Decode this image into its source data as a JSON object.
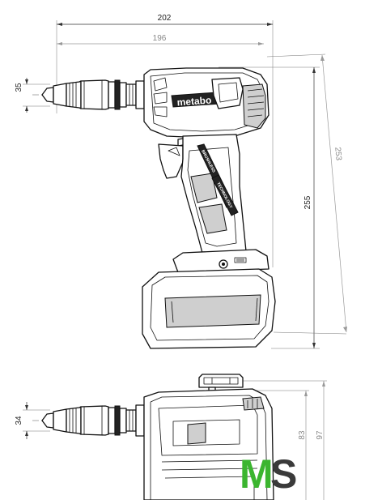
{
  "dimensions": {
    "overall_length": "202",
    "body_length": "196",
    "chuck_height_side": "35",
    "total_height": "255",
    "diagonal_length": "253",
    "chuck_height_top": "34",
    "top_depth_inner": "83",
    "top_depth_outer": "97"
  },
  "drill": {
    "brand": "metabo",
    "grip_text_1": "BRUSHLESS",
    "grip_text_2": "TECHNOLOGY"
  },
  "watermark": {
    "letter_1": "M",
    "letter_2": "S"
  },
  "colors": {
    "watermark_green": "#3bb52f",
    "watermark_dark": "#3a3a3a",
    "outline": "#111111"
  }
}
